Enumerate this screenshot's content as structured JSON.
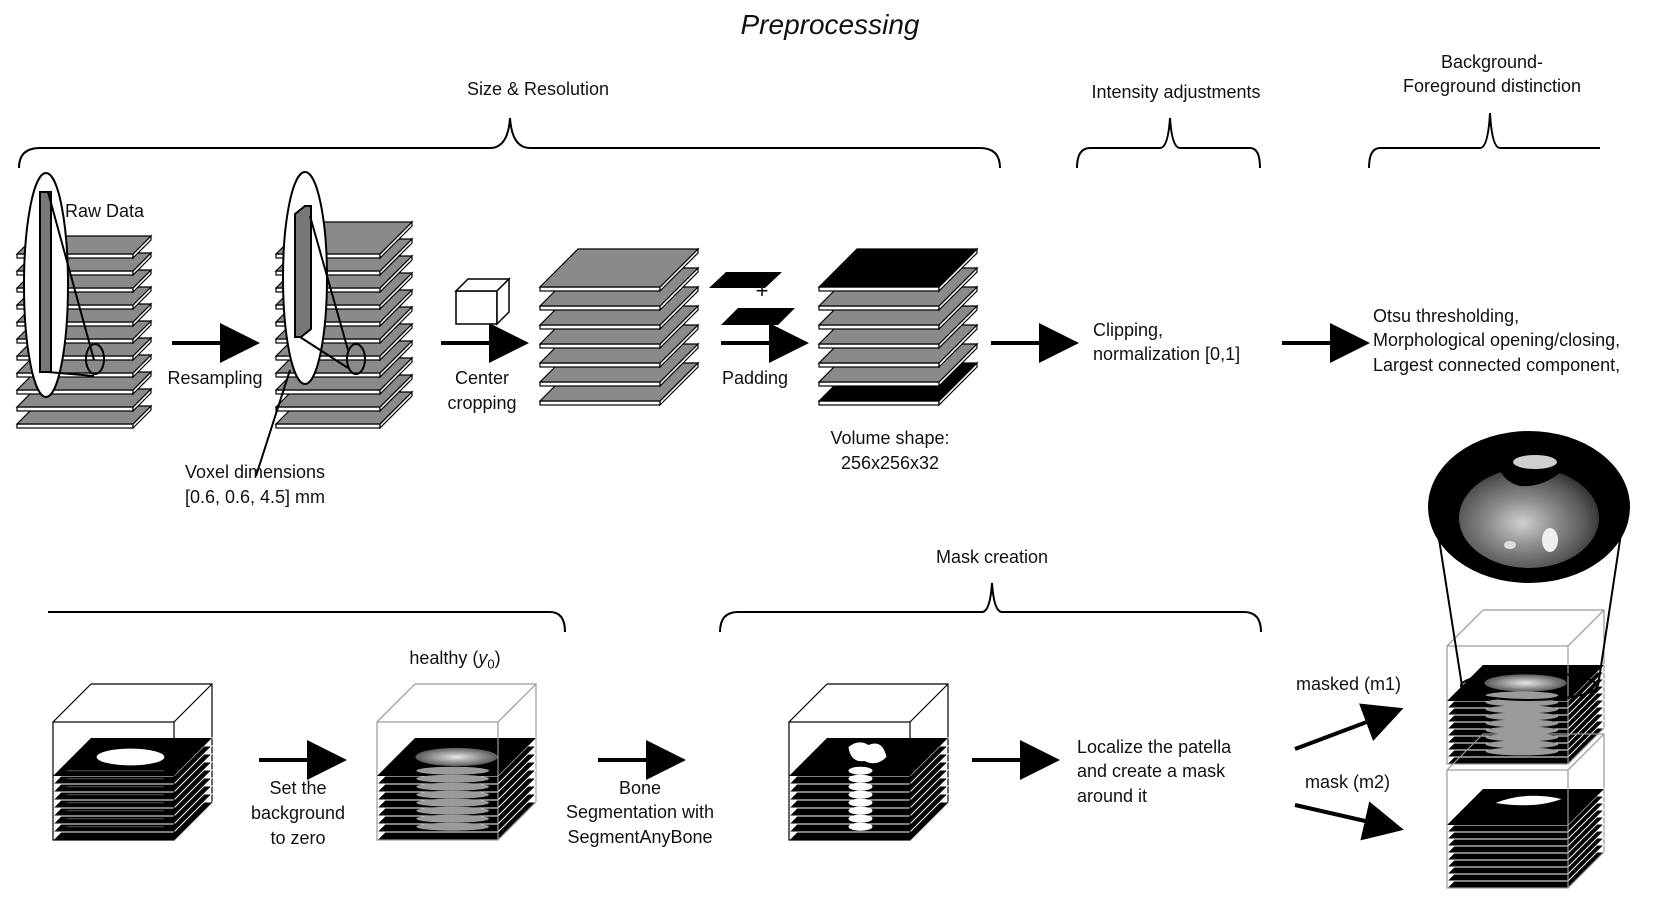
{
  "title": "Preprocessing",
  "sections": {
    "size_resolution": "Size & Resolution",
    "intensity": "Intensity adjustments",
    "background_line1": "Background-",
    "background_line2": "Foreground distinction",
    "mask_creation": "Mask creation"
  },
  "steps": {
    "raw_data": "Raw Data",
    "resampling": "Resampling",
    "voxel_line1": "Voxel dimensions",
    "voxel_line2": "[0.6, 0.6, 4.5] mm",
    "center_line1": "Center",
    "center_line2": "cropping",
    "plus": "+",
    "padding": "Padding",
    "volume_line1": "Volume shape:",
    "volume_line2": "256x256x32",
    "clip_line1": "Clipping,",
    "clip_line2": "normalization [0,1]",
    "otsu_line1": "Otsu thresholding,",
    "otsu_line2": "Morphological opening/closing,",
    "otsu_line3": "Largest connected component,",
    "setbg_line1": "Set the",
    "setbg_line2": "background",
    "setbg_line3": "to zero",
    "healthy_prefix": "healthy (",
    "healthy_var": "y",
    "healthy_sub": "0",
    "healthy_suffix": ")",
    "bone_line1": "Bone",
    "bone_line2": "Segmentation with",
    "bone_line3": "SegmentAnyBone",
    "patella_line1": "Localize the patella",
    "patella_line2": "and create a mask",
    "patella_line3": "around it",
    "masked": "masked (m1)",
    "mask": "mask (m2)"
  },
  "colors": {
    "slice_gray": "#8a8a8a",
    "black": "#000000",
    "white": "#ffffff",
    "outline": "#222222"
  }
}
